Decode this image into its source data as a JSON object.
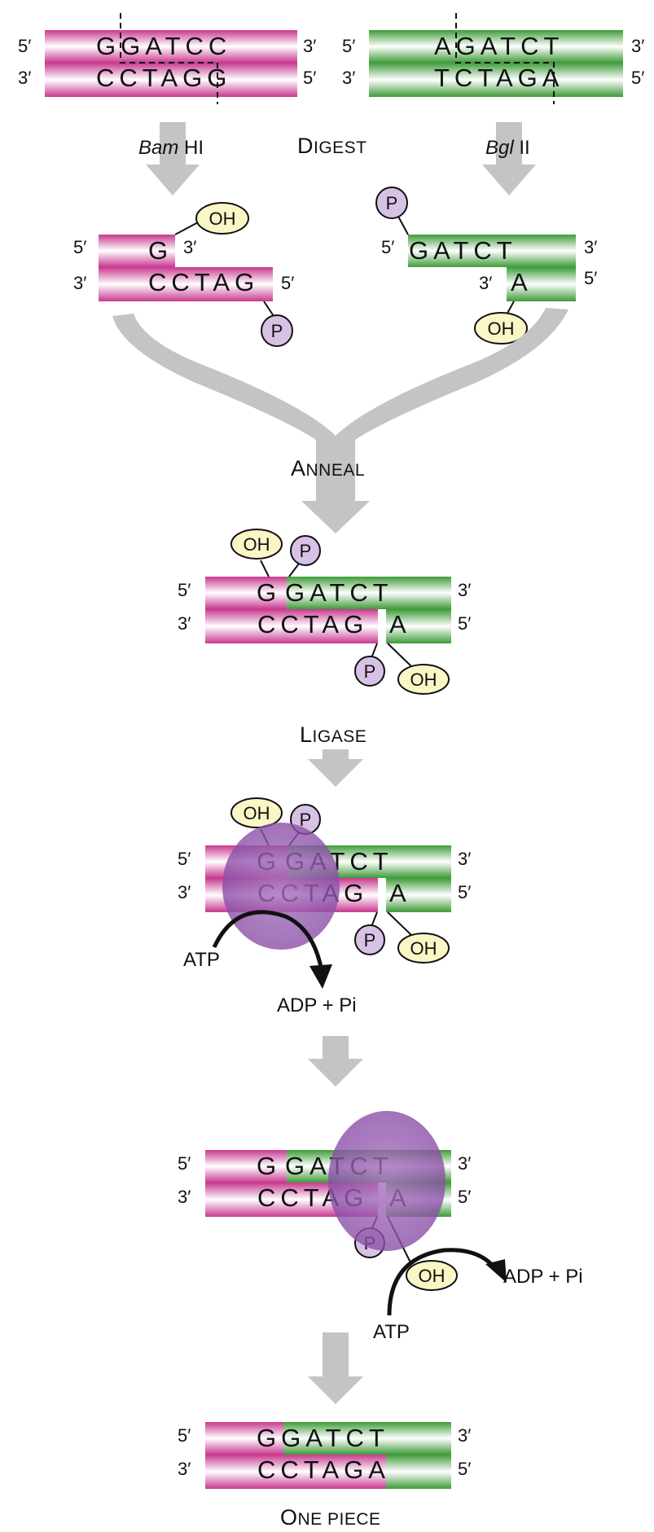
{
  "ends": {
    "five": "5′",
    "three": "3′"
  },
  "digest": {
    "label": "Digest",
    "enzyme1": {
      "italic": "Bam",
      "rest": " HI"
    },
    "enzyme2": {
      "italic": "Bgl",
      "rest": " II"
    },
    "bamhi_top": "GGATCC",
    "bamhi_bottom": "CCTAGG",
    "bglii_top": "AGATCT",
    "bglii_bottom": "TCTAGA"
  },
  "fragments": {
    "left_top": "G",
    "left_bottom": "CCTAG",
    "right_top": "GATCT",
    "right_bottom": "A"
  },
  "anneal": {
    "label": "Anneal"
  },
  "annealed": {
    "top_left": "G",
    "top_right": "GATCT",
    "bottom_left": "CCTAG",
    "bottom_right": "A"
  },
  "ligase": {
    "label": "Ligase"
  },
  "groups": {
    "oh": "OH",
    "p": "P"
  },
  "reaction": {
    "atp": "ATP",
    "products": "ADP + Pi"
  },
  "final": {
    "label": "One piece",
    "top": "GGATCT",
    "bottom": "CCTAGA"
  },
  "colors": {
    "pink": "#c8388f",
    "green": "#3e9b38",
    "enzyme": "#9a62b0",
    "oh_fill": "#fbf6c6",
    "p_fill": "#d7c2e6",
    "arrow": "#c4c4c4"
  }
}
